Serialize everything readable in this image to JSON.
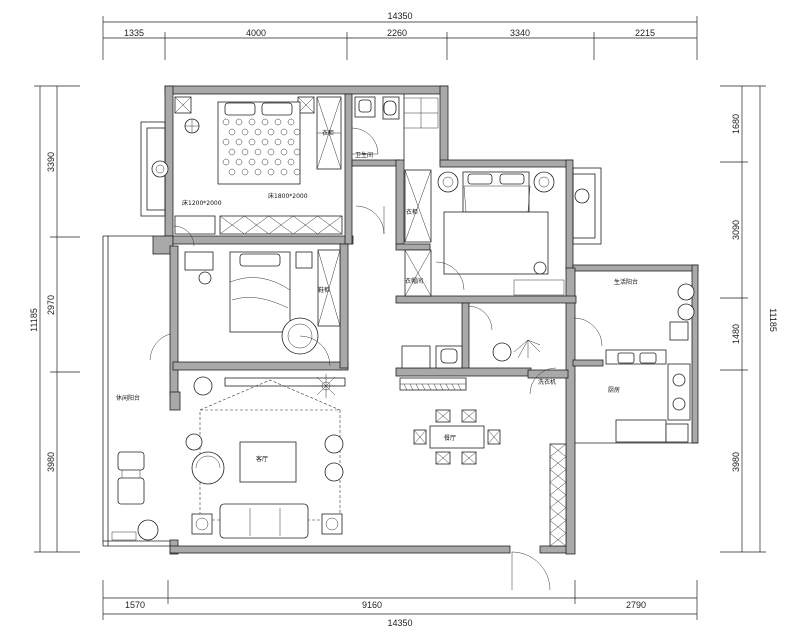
{
  "dimensions": {
    "top_total": "14350",
    "top_segments": [
      "1335",
      "4000",
      "2260",
      "3340",
      "2215"
    ],
    "bottom_total": "14350",
    "bottom_segments": [
      "1570",
      "9160",
      "2790"
    ],
    "left_total": "11185",
    "left_segments": [
      "3390",
      "2970",
      "3980"
    ],
    "right_total": "11185",
    "right_segments": [
      "1680",
      "3090",
      "1480",
      "3980"
    ]
  },
  "rooms": {
    "master_bed_size": "床1800*2000",
    "bed_size": "床1200*2000",
    "wardrobe_a": "衣柜",
    "wardrobe_b": "衣柜",
    "shoe_cabinet": "鞋柜",
    "balcony": "休闲阳台",
    "living_room": "客厅",
    "dining": "餐厅",
    "kitchen": "厨房",
    "utility_balcony": "生活阳台",
    "bathroom": "卫生间",
    "dressing": "衣帽间",
    "washing": "洗衣机"
  }
}
